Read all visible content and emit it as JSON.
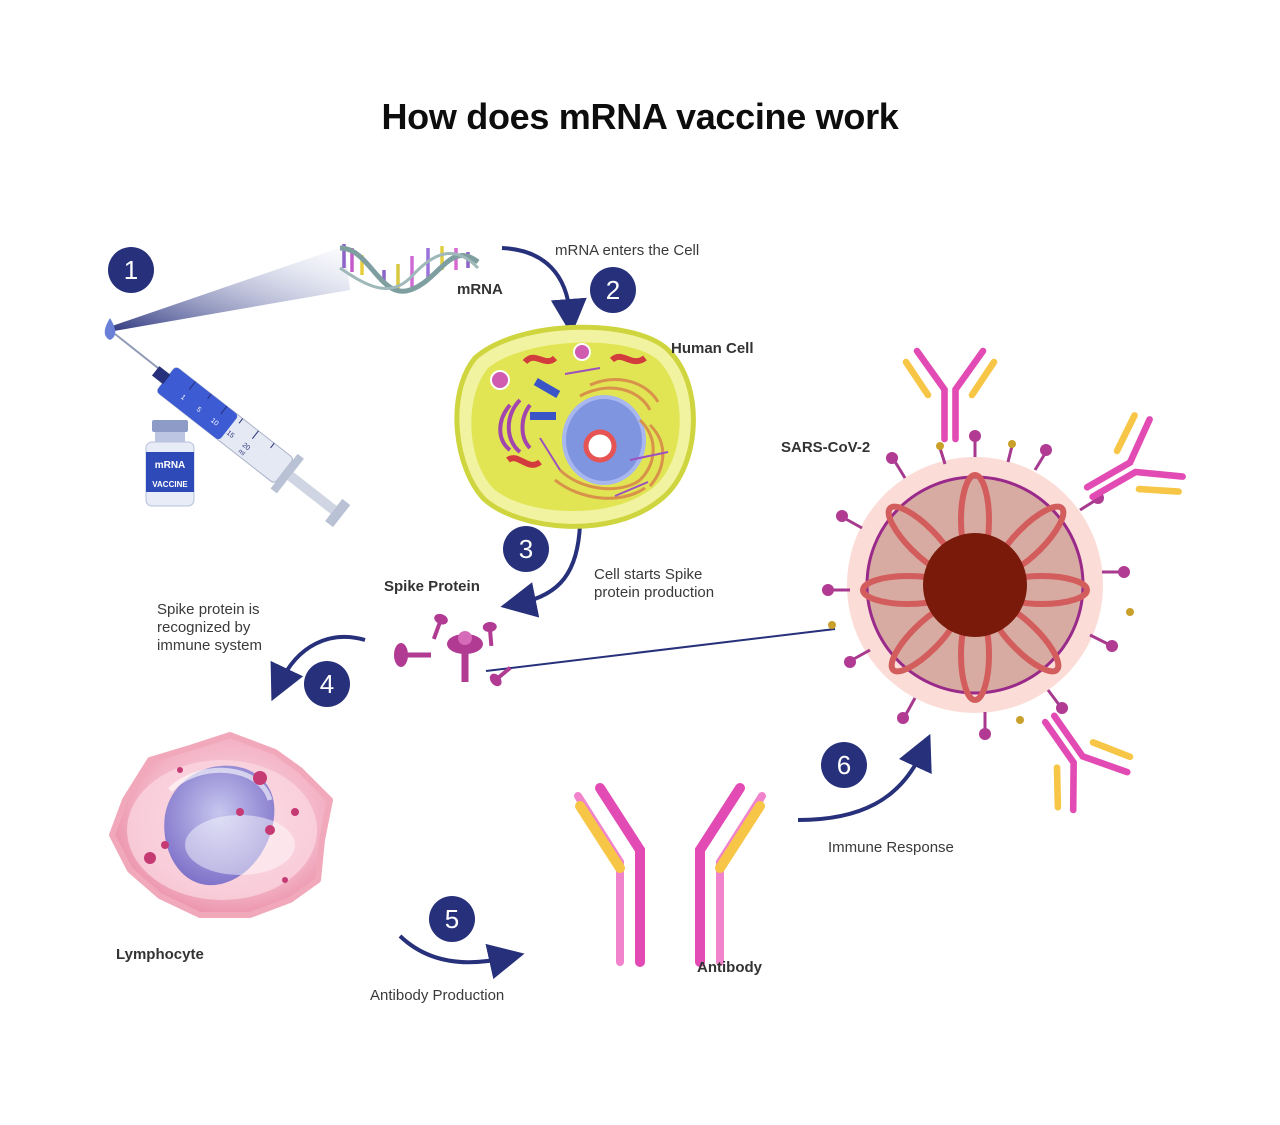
{
  "title": "How does mRNA vaccine work",
  "colors": {
    "step_badge": "#27307a",
    "arrow": "#27307a",
    "antibody_pink": "#e24bb4",
    "antibody_yellow": "#f7c646",
    "virus_body": "#d7aba2",
    "virus_core": "#7a1a0a",
    "cell_fill": "#e6e85a",
    "nucleus": "#7f95e0",
    "lymphocyte": "#f2a2b9",
    "spike": "#b13a93"
  },
  "steps": [
    {
      "number": "1"
    },
    {
      "number": "2",
      "caption": "mRNA enters the Cell"
    },
    {
      "number": "3",
      "caption": [
        "Cell starts Spike",
        "protein production"
      ]
    },
    {
      "number": "4",
      "caption": [
        "Spike protein is",
        "recognized by",
        "immune system"
      ]
    },
    {
      "number": "5",
      "caption": "Antibody Production"
    },
    {
      "number": "6",
      "caption": "Immune Response"
    }
  ],
  "labels": {
    "mrna": "mRNA",
    "human_cell": "Human Cell",
    "spike_protein": "Spike Protein",
    "sars": "SARS-CoV-2",
    "lymphocyte": "Lymphocyte",
    "antibody": "Antibody"
  },
  "vial_label": {
    "line1": "mRNA",
    "line2": "VACCINE"
  },
  "syringe_marks": [
    "1",
    "5",
    "10",
    "15",
    "20",
    "ml"
  ]
}
